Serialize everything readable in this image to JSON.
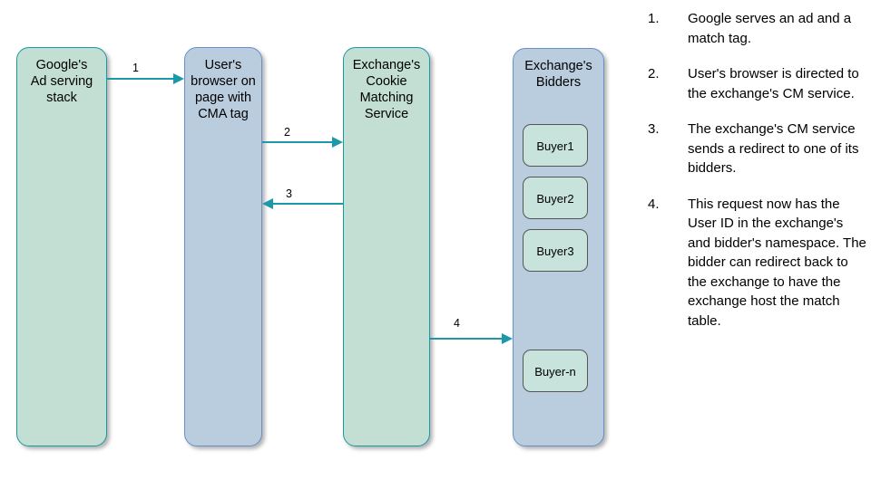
{
  "diagram": {
    "boxes": [
      {
        "id": "google-ad-serving-stack",
        "title": "Google's\nAd serving\nstack",
        "fill": "#c3dfd4",
        "border": "#1a98a8"
      },
      {
        "id": "user-browser",
        "title": "User's\nbrowser on\npage with\nCMA tag",
        "fill": "#bacddf",
        "border": "#6a8fc7"
      },
      {
        "id": "exchange-cookie-matching-service",
        "title": "Exchange's\nCookie\nMatching\nService",
        "fill": "#c3dfd4",
        "border": "#1a98a8"
      },
      {
        "id": "exchange-bidders",
        "title": "Exchange's\nBidders",
        "fill": "#bacddf",
        "border": "#6a8fc7"
      }
    ],
    "buyers": [
      {
        "label": "Buyer1"
      },
      {
        "label": "Buyer2"
      },
      {
        "label": "Buyer3"
      },
      {
        "label": "Buyer-n"
      }
    ],
    "arrows": [
      {
        "label": "1",
        "direction": "right",
        "from": "google-ad-serving-stack",
        "to": "user-browser"
      },
      {
        "label": "2",
        "direction": "right",
        "from": "user-browser",
        "to": "exchange-cookie-matching-service"
      },
      {
        "label": "3",
        "direction": "left",
        "from": "exchange-cookie-matching-service",
        "to": "user-browser"
      },
      {
        "label": "4",
        "direction": "right",
        "from": "exchange-cookie-matching-service",
        "to": "exchange-bidders"
      }
    ],
    "arrow_color": "#1a99a9"
  },
  "notes": [
    {
      "num": "1.",
      "text": "Google serves an ad and a match tag."
    },
    {
      "num": "2.",
      "text": "User's browser is directed to the exchange's CM service."
    },
    {
      "num": "3.",
      "text": "The exchange's CM service sends a redirect to one of its bidders."
    },
    {
      "num": "4.",
      "text": "This request now has the User ID in the exchange's and bidder's namespace. The bidder can redirect back to the exchange to have the exchange host the match table."
    }
  ]
}
